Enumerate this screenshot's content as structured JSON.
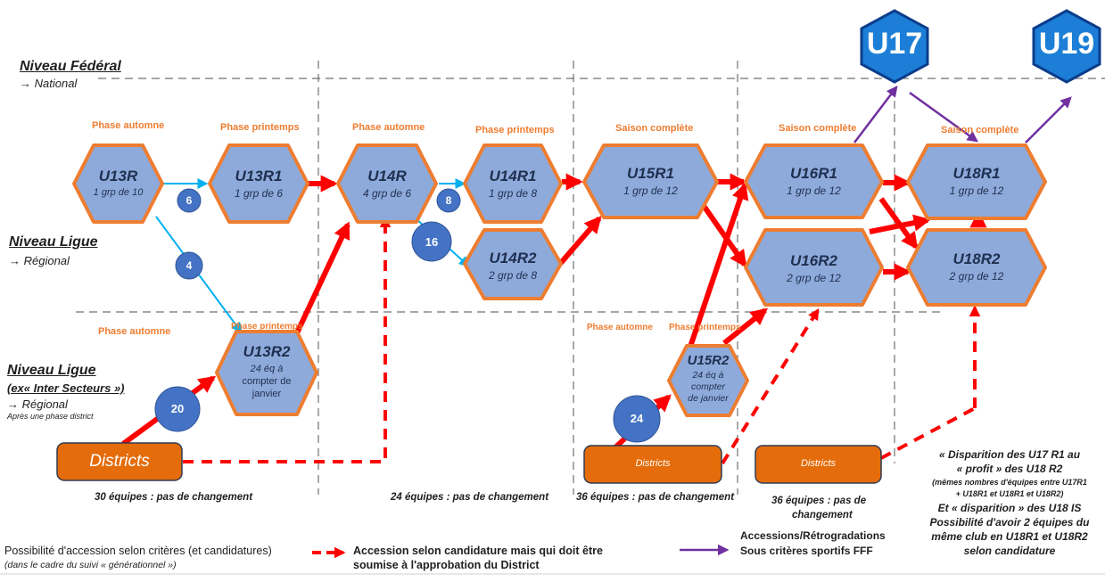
{
  "levels": {
    "federal": {
      "title": "Niveau Fédéral",
      "sub": "→ National"
    },
    "ligue": {
      "title": "Niveau Ligue",
      "sub": "→ Régional"
    },
    "ligue_is": {
      "title": "Niveau Ligue",
      "title2": "(ex« Inter Secteurs »)",
      "sub": "→ Régional",
      "sub2": "Après une phase district"
    }
  },
  "phases": {
    "u13r": "Phase automne",
    "u13r1": "Phase printemps",
    "u14r": "Phase automne",
    "u14r1": "Phase printemps",
    "u15r1": "Saison complète",
    "u16r1": "Saison complète",
    "u18r1": "Saison complète",
    "u13r2_left": "Phase automne",
    "u13r2": "Phase printemps",
    "u15r2_left": "Phase automne",
    "u15r2": "Phase printemps"
  },
  "nodes": {
    "u13r": {
      "name": "U13R",
      "sub": "1 grp de 10"
    },
    "u13r1": {
      "name": "U13R1",
      "sub": "1 grp de 6"
    },
    "u14r": {
      "name": "U14R",
      "sub": "4 grp de 6"
    },
    "u14r1": {
      "name": "U14R1",
      "sub": "1 grp de 8"
    },
    "u14r2": {
      "name": "U14R2",
      "sub": "2 grp de 8"
    },
    "u15r1": {
      "name": "U15R1",
      "sub": "1 grp de 12"
    },
    "u16r1": {
      "name": "U16R1",
      "sub": "1 grp de 12"
    },
    "u16r2": {
      "name": "U16R2",
      "sub": "2 grp de 12"
    },
    "u18r1": {
      "name": "U18R1",
      "sub": "1 grp de 12"
    },
    "u18r2": {
      "name": "U18R2",
      "sub": "2 grp de 12"
    },
    "u13r2": {
      "name": "U13R2",
      "l1": "24 éq à",
      "l2": "compter de",
      "l3": "janvier"
    },
    "u15r2": {
      "name": "U15R2",
      "l1": "24 éq à",
      "l2": "compter",
      "l3": "de janvier"
    }
  },
  "badges": {
    "u17": "U17",
    "u19": "U19"
  },
  "circles": {
    "c6": "6",
    "c4": "4",
    "c8": "8",
    "c16": "16",
    "c20": "20",
    "c24": "24"
  },
  "districts": {
    "d1": "Districts",
    "d2": "Districts",
    "d3": "Districts"
  },
  "equipes": {
    "e1": "30 équipes : pas de changement",
    "e2": "24 équipes : pas de changement",
    "e3": "36 équipes : pas de changement",
    "e4a": "36 équipes : pas de",
    "e4b": "changement"
  },
  "note": {
    "l1": "« Disparition des U17 R1 au",
    "l2": "« profit » des U18 R2",
    "l3": "(mêmes nombres d'équipes entre U17R1",
    "l4": "+ U18R1 et U18R1 et U18R2)",
    "l5": "Et « disparition » des U18 IS",
    "l6": "Possibilité d'avoir 2 équipes du",
    "l7": "même club en U18R1 et U18R2",
    "l8": "selon candidature"
  },
  "legend": {
    "solid_l1": "Possibilité d'accession selon critères (et candidatures)",
    "solid_l2": "(dans le cadre du suivi « générationnel »)",
    "dashed_l1": "Accession selon candidature mais qui doit être",
    "dashed_l2": "soumise à l'approbation du District",
    "purple_l1": "Accessions/Rétrogradations",
    "purple_l2": "Sous critères sportifs FFF"
  },
  "colors": {
    "hex_fill": "#8eaadb",
    "hex_border": "#ed7d31",
    "red_arrow": "#ff0000",
    "blue_arrow": "#00b0f0",
    "purple_arrow": "#7030a0",
    "circle": "#4472c4",
    "district": "#e46c0a"
  }
}
